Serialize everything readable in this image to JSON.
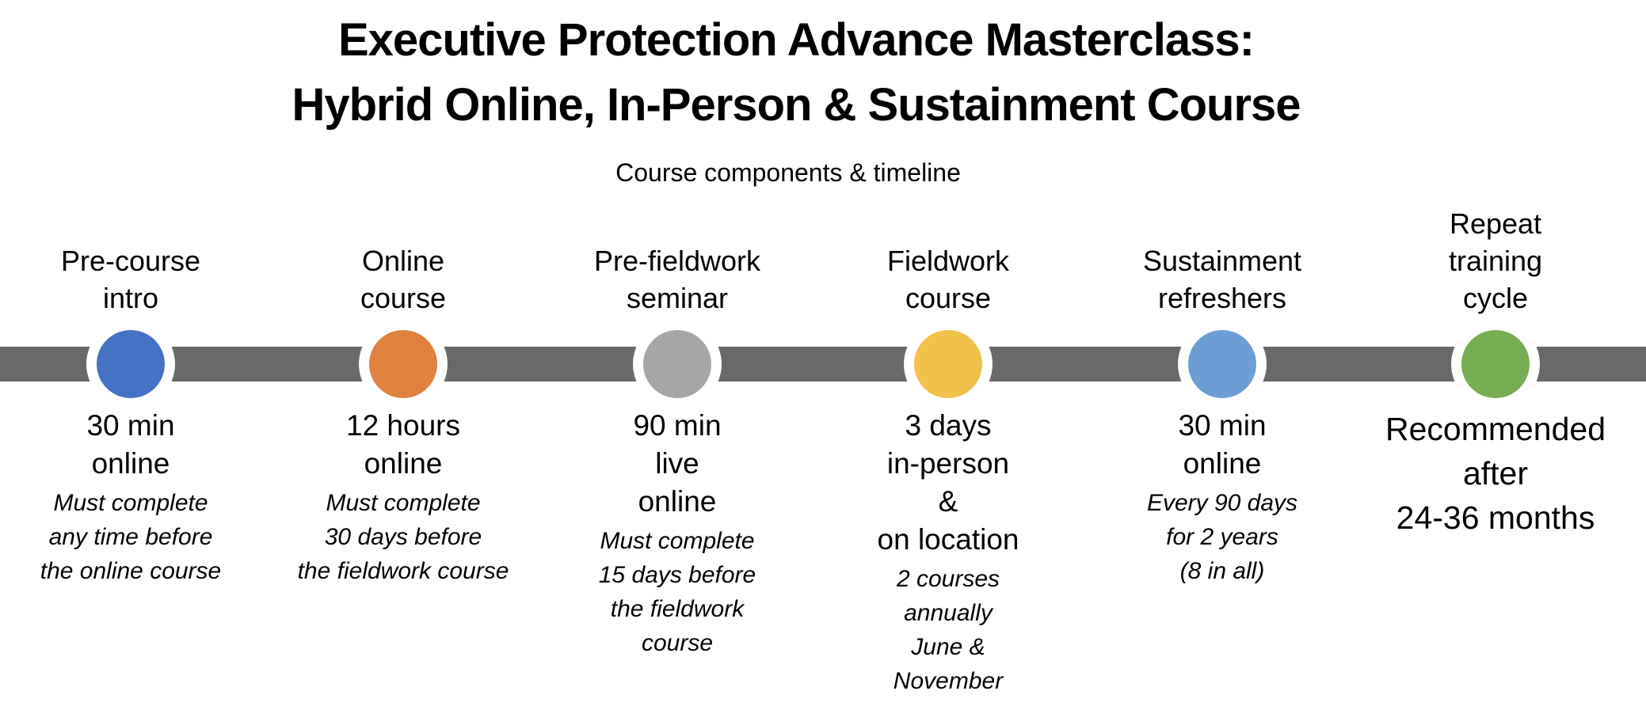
{
  "title": {
    "line1": "Executive Protection Advance Masterclass:",
    "line2": "Hybrid Online, In-Person & Sustainment Course"
  },
  "subtitle": "Course components & timeline",
  "timeline": {
    "bar_color": "#696969",
    "nodes": [
      {
        "id": "pre-course-intro",
        "label_lines": [
          "Pre-course",
          "intro"
        ],
        "color": "#4472C4",
        "detail_lines": [
          "30 min",
          "online"
        ],
        "note_lines": [
          "Must complete",
          "any time before",
          "the online course"
        ]
      },
      {
        "id": "online-course",
        "label_lines": [
          "Online",
          "course"
        ],
        "color": "#E0813D",
        "detail_lines": [
          "12 hours",
          "online"
        ],
        "note_lines": [
          "Must complete",
          "30 days before",
          "the fieldwork course"
        ]
      },
      {
        "id": "pre-fieldwork-seminar",
        "label_lines": [
          "Pre-fieldwork",
          "seminar"
        ],
        "color": "#A6A6A6",
        "detail_lines": [
          "90 min",
          "live",
          "online"
        ],
        "note_lines": [
          "Must complete",
          "15 days before",
          "the fieldwork",
          "course"
        ]
      },
      {
        "id": "fieldwork-course",
        "label_lines": [
          "Fieldwork",
          "course"
        ],
        "color": "#F0C24A",
        "detail_lines": [
          "3 days",
          "in-person",
          "&",
          "on location"
        ],
        "note_lines": [
          "2 courses",
          "annually",
          "June &",
          "November"
        ]
      },
      {
        "id": "sustainment-refreshers",
        "label_lines": [
          "Sustainment",
          "refreshers"
        ],
        "color": "#6D9DD5",
        "detail_lines": [
          "30 min",
          "online"
        ],
        "note_lines": [
          "Every 90 days",
          "for 2 years",
          "(8 in all)"
        ]
      },
      {
        "id": "repeat-training-cycle",
        "label_lines": [
          "Repeat",
          "training",
          "cycle"
        ],
        "color": "#76AC52",
        "detail_lines": [
          "Recommended",
          "after",
          "24-36 months"
        ],
        "note_lines": []
      }
    ]
  }
}
